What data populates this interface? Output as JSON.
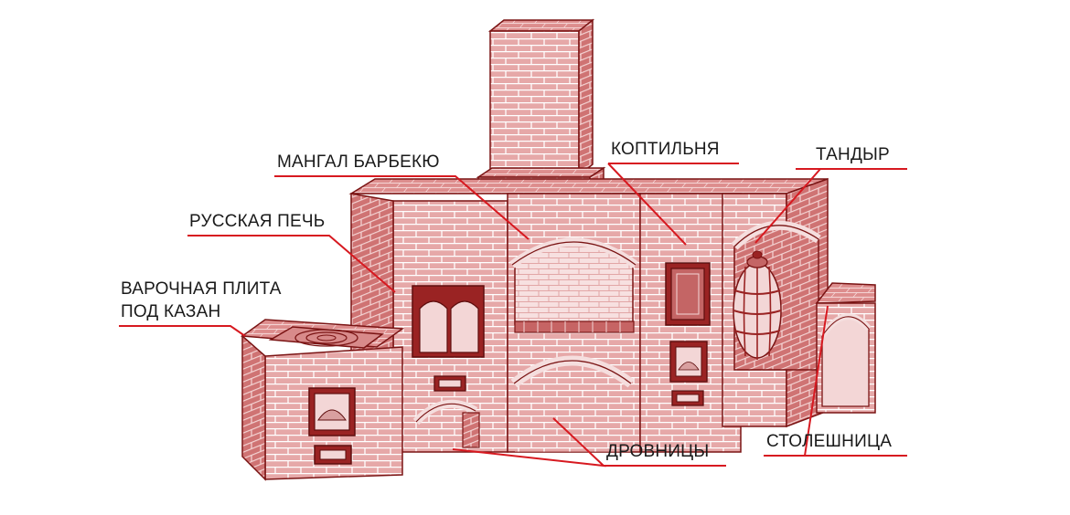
{
  "colors": {
    "brick_face": "#e6a8a8",
    "brick_side": "#cf7373",
    "brick_top": "#dd8d8d",
    "mortar": "#ffffff",
    "outline": "#7a1414",
    "leader_line": "#d71920",
    "label_text": "#1a1a1a"
  },
  "labels": {
    "bbq": "МАНГАЛ БАРБЕКЮ",
    "smokehouse": "КОПТИЛЬНЯ",
    "tandoor": "ТАНДЫР",
    "russian_stove": "РУССКАЯ ПЕЧЬ",
    "cooktop_line1": "ВАРОЧНАЯ ПЛИТА",
    "cooktop_line2": "ПОД КАЗАН",
    "countertop": "СТОЛЕШНИЦА",
    "woodsheds": "ДРОВНИЦЫ"
  }
}
